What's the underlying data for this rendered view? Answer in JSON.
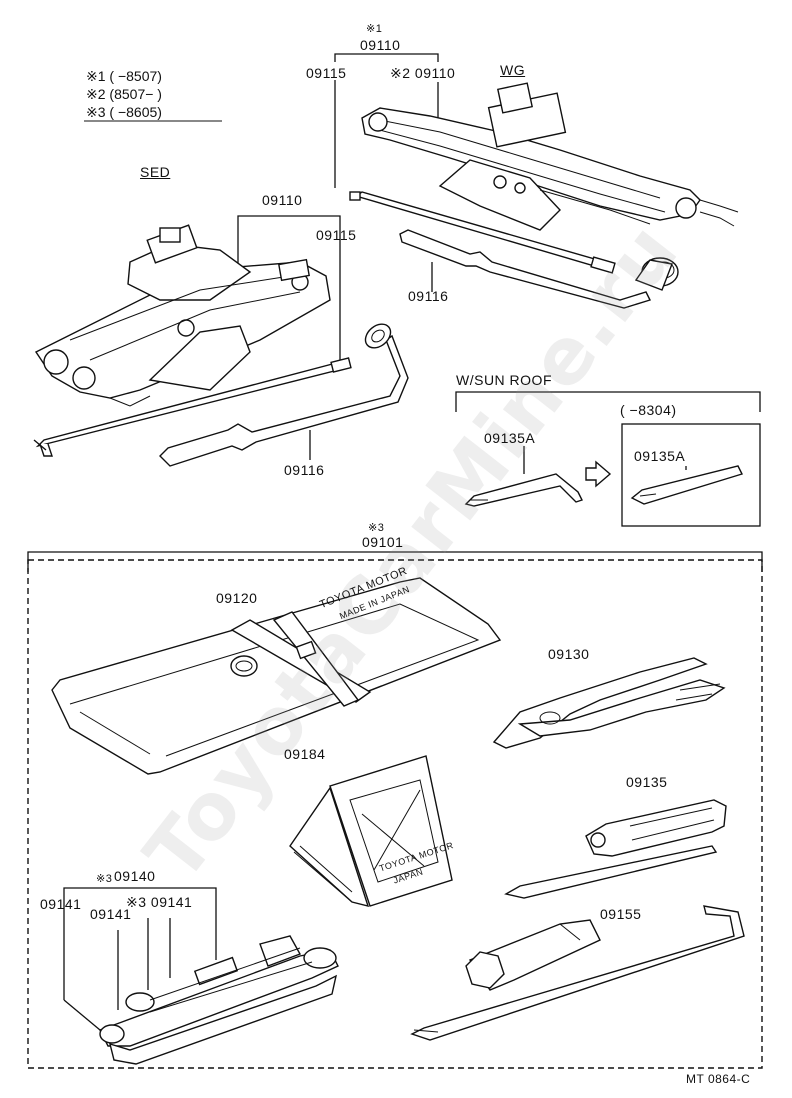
{
  "legend": [
    {
      "mark": "※1",
      "range": "(      −8507)"
    },
    {
      "mark": "※2",
      "range": "(8507−      )"
    },
    {
      "mark": "※3",
      "range": "(      −8605)"
    }
  ],
  "sections": {
    "sed": "SED",
    "wg": "WG",
    "sunroof": "W/SUN ROOF",
    "sunroof_range": "(      −8304)"
  },
  "parts": {
    "jack_sed": "09110",
    "jack_wg_mark": "※1",
    "jack_wg": "09110",
    "jack_wg2": "※2 09110",
    "handle_sed": "09115",
    "handle_wg": "09115",
    "wrench_sed": "09116",
    "wrench_wg": "09116",
    "sunroof_tool": "09135A",
    "sunroof_tool_old": "09135A",
    "kit_mark": "※3",
    "kit": "09101",
    "bag": "09120",
    "pliers": "09130",
    "chock": "09184",
    "screwdriver": "09135",
    "lug_wrench": "09155",
    "wrench_set_mark": "※3",
    "wrench_set": "09140",
    "wrench_a": "09141",
    "wrench_b": "09141",
    "wrench_c": "※3 09141"
  },
  "stamps": {
    "bag_text_1": "TOYOTA MOTOR",
    "bag_text_2": "MADE IN JAPAN",
    "chock_text_1": "TOYOTA MOTOR",
    "chock_text_2": "JAPAN"
  },
  "footer": {
    "code": "MT 0864-C"
  },
  "watermark": "ToyotaCarMine.ru"
}
